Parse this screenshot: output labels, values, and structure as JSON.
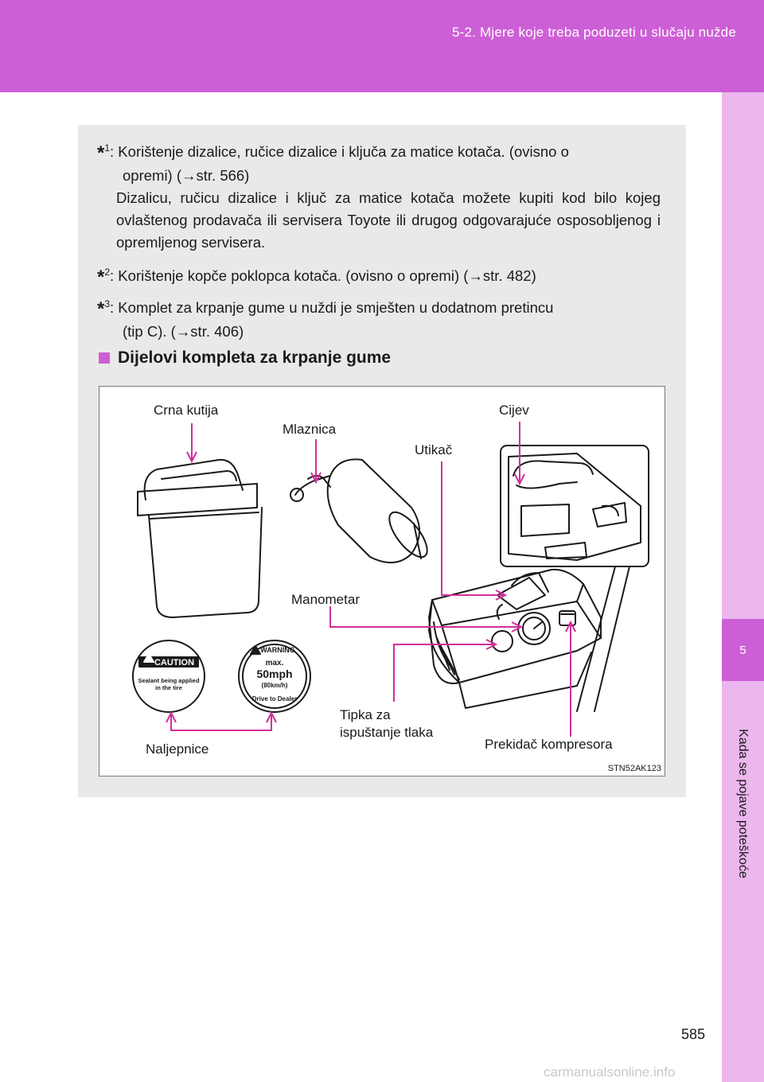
{
  "header": {
    "section": "5-2. Mjere koje treba poduzeti u slučaju nužde"
  },
  "side_tab": {
    "number": "5",
    "title": "Kada se pojave poteškoće"
  },
  "footnotes": [
    {
      "marker": "*",
      "sup": "1",
      "text": ": Korištenje dizalice, ručice dizalice i ključa za matice kotača. (ovisno o",
      "text2": "opremi) (→str. 566)"
    },
    {
      "paragraph": "Dizalicu, ručicu dizalice i ključ za matice kotača možete kupiti kod bilo kojeg ovlaštenog prodavača ili servisera Toyote ili drugog odgovarajuće osposobljenog i opremljenog servisera."
    },
    {
      "marker": "*",
      "sup": "2",
      "text": ": Korištenje kopče poklopca kotača. (ovisno o opremi) (→str. 482)"
    },
    {
      "marker": "*",
      "sup": "3",
      "text": ": Komplet za krpanje gume u nuždi je smješten u dodatnom pretincu",
      "text2": "(tip C). (→str. 406)"
    }
  ],
  "section_heading": "Dijelovi kompleta za krpanje gume",
  "figure": {
    "labels": {
      "black_box": "Crna kutija",
      "nozzle": "Mlaznica",
      "plug": "Utikač",
      "hose": "Cijev",
      "gauge": "Manometar",
      "release_button_line1": "Tipka za",
      "release_button_line2": "ispuštanje tlaka",
      "compressor_switch": "Prekidač kompresora",
      "stickers": "Naljepnice"
    },
    "sticker_caution": {
      "title": "CAUTION",
      "line1": "Sealant being applied",
      "line2": "in the tire"
    },
    "sticker_warning": {
      "title": "WARNING",
      "max": "max.",
      "speed": "50mph",
      "speed_kmh": "(80km/h)",
      "bottom": "Drive to Dealer"
    },
    "code": "STN52AK123"
  },
  "page_number": "585",
  "watermark": "carmanualsonline.info",
  "colors": {
    "accent": "#cd5fd6",
    "accent_light": "#ecb6ee",
    "callout": "#d0309a"
  }
}
